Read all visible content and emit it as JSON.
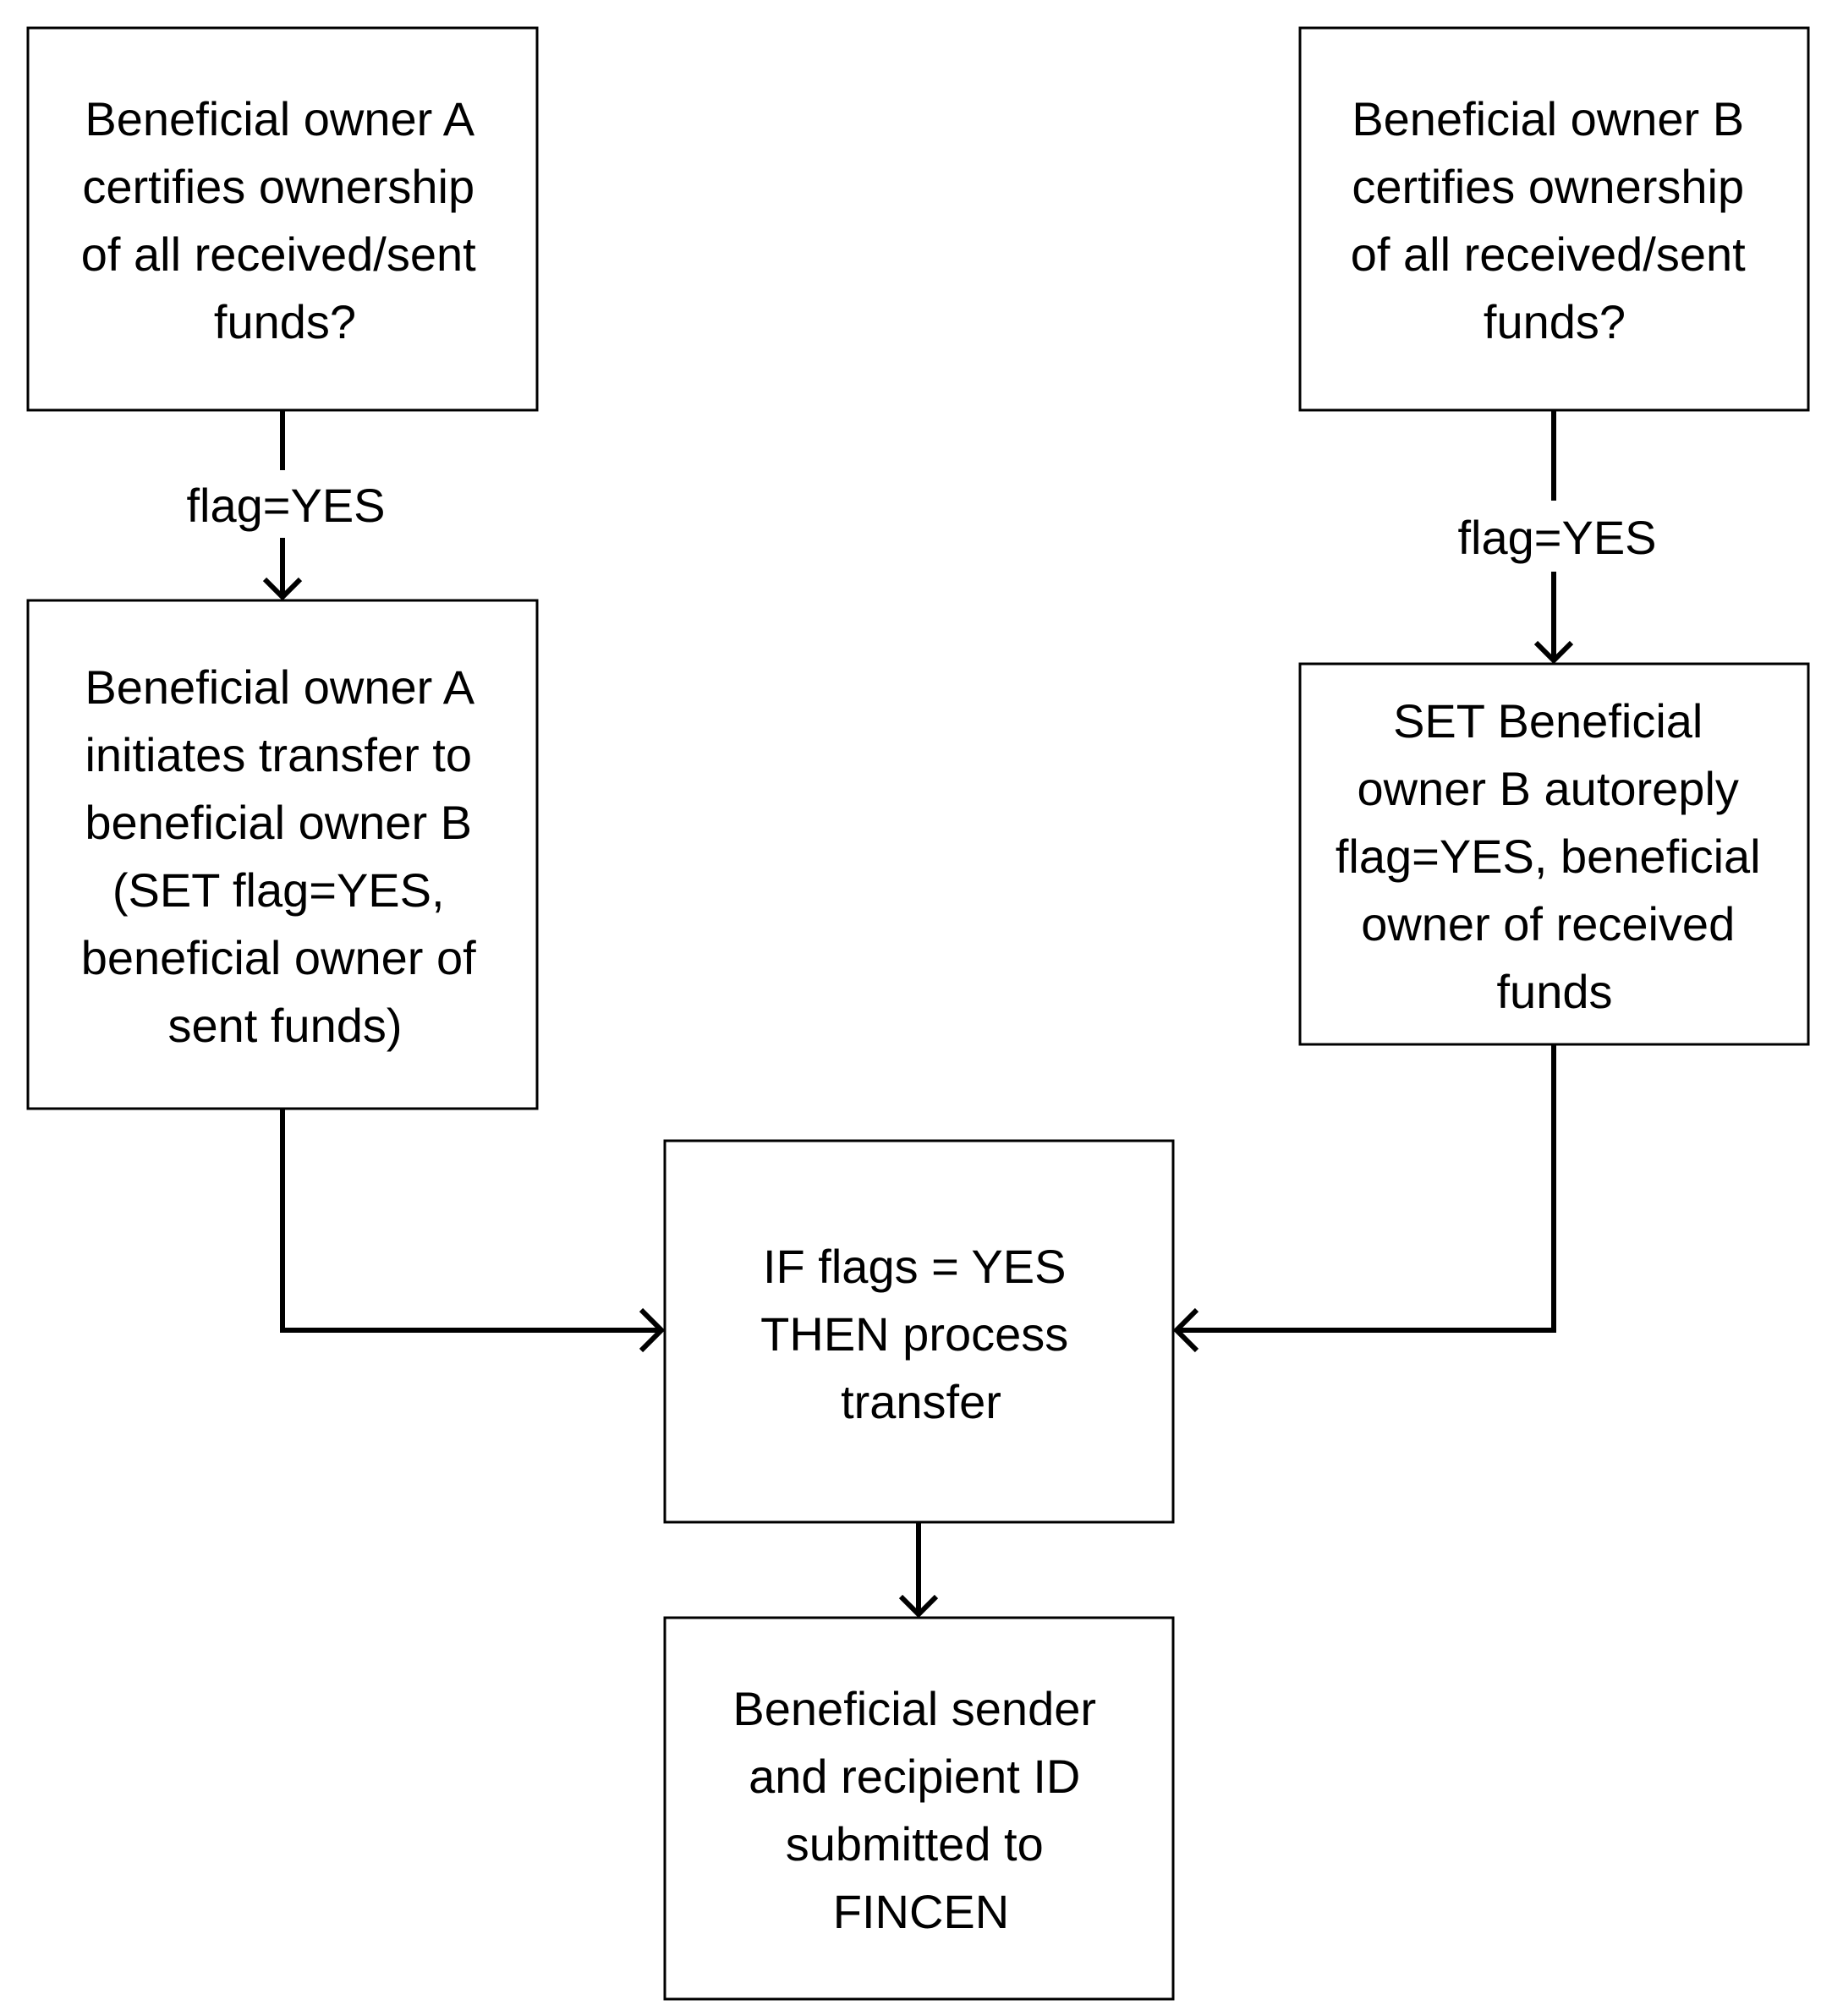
{
  "nodes": {
    "certify_a": {
      "lines": [
        "Beneficial owner A",
        "certifies ownership",
        "of all received/sent",
        "funds?"
      ]
    },
    "certify_b": {
      "lines": [
        "Beneficial owner B",
        "certifies ownership",
        "of all received/sent",
        "funds?"
      ]
    },
    "initiate_a": {
      "lines": [
        "Beneficial owner A",
        "initiates transfer to",
        "beneficial owner B",
        "(SET flag=YES,",
        "beneficial owner of",
        "sent funds)"
      ]
    },
    "autoreply_b": {
      "lines": [
        "SET Beneficial",
        "owner B autoreply",
        "flag=YES, beneficial",
        "owner of received",
        "funds"
      ]
    },
    "process": {
      "lines": [
        "IF flags = YES",
        "THEN process",
        "transfer"
      ]
    },
    "fincen": {
      "lines": [
        "Beneficial sender",
        "and recipient ID",
        "submitted to",
        "FINCEN"
      ]
    }
  },
  "edges": {
    "a_flag": "flag=YES",
    "b_flag": "flag=YES"
  }
}
